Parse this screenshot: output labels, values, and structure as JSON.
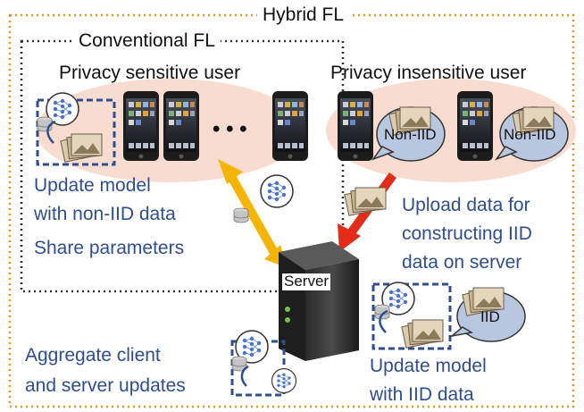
{
  "hybrid_title": "Hybrid FL",
  "conventional_title": "Conventional FL",
  "sensitive_heading": "Privacy sensitive user",
  "insensitive_heading": "Privacy insensitive user",
  "ellipsis": "• • •",
  "non_iid_label_1": "Non-IID",
  "non_iid_label_2": "Non-IID",
  "update_non_iid_line1": "Update model",
  "update_non_iid_line2": "with non-IID data",
  "share_parameters": "Share parameters",
  "upload_line1": "Upload data for",
  "upload_line2": "constructing IID",
  "upload_line3": "data on server",
  "server_label": "Server",
  "iid_label": "IID",
  "aggregate_line1": "Aggregate client",
  "aggregate_line2": "and server updates",
  "update_iid_line1": "Update model",
  "update_iid_line2": "with IID data",
  "colors": {
    "hybrid_border": "#e8922f",
    "conventional_border": "#333333",
    "user_ellipse": "#f8dcd0",
    "bubble_fill": "#b9c6df",
    "blue_text": "#2f4e8f",
    "dashed_box": "#2f4e8f",
    "arrow_share": "#f5b400",
    "arrow_upload": "#e32b1a"
  }
}
